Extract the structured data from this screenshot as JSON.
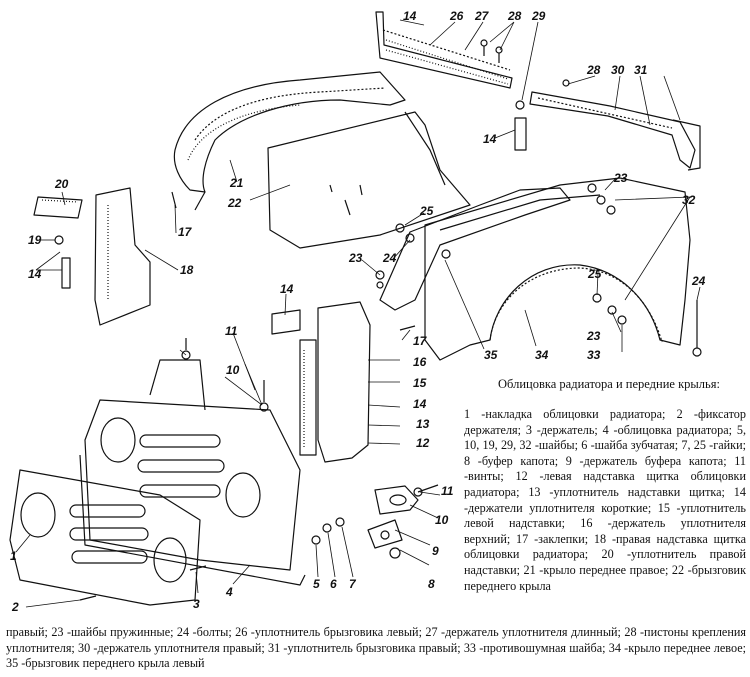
{
  "caption": {
    "title": "Облицовка радиатора и передние крылья:",
    "legend_right": "1 -накладка облицовки радиатора; 2 -фиксатор держателя; 3 -держатель; 4 -облицовка радиатора; 5, 10, 19, 29, 32 -шайбы; 6 -шайба зубчатая; 7, 25 -гайки; 8 -буфер капота; 9 -держатель буфера капота; 11 -винты; 12 -левая надставка щитка облицовки радиатора; 13 -уплотнитель надставки щитка; 14 -держатели уплотнителя короткие; 15 -уплотнитель левой надставки; 16 -держатель уплотнителя верхний; 17 -заклепки; 18 -правая надставка щитка облицовки радиатора; 20 -уплотнитель правой надставки; 21 -крыло переднее правое; 22 -брызговик переднего крыла",
    "legend_bottom": "правый; 23 -шайбы пружинные; 24 -болты; 26 -уплотнитель брызговика левый; 27 -держатель уплотнителя длинный; 28 -пистоны крепления уплотнителя; 30 -держатель уплотнителя правый; 31 -уплотнитель брызговика правый; 33 -противошумная шайба; 34 -крыло переднее левое; 35 -брызговик переднего крыла левый"
  },
  "callouts": [
    "1",
    "2",
    "3",
    "4",
    "5",
    "6",
    "7",
    "8",
    "9",
    "10",
    "10",
    "11",
    "11",
    "12",
    "13",
    "14",
    "14",
    "14",
    "14",
    "14",
    "15",
    "16",
    "17",
    "17",
    "18",
    "19",
    "20",
    "21",
    "22",
    "23",
    "23",
    "23",
    "24",
    "24",
    "25",
    "25",
    "26",
    "27",
    "28",
    "28",
    "29",
    "30",
    "31",
    "32",
    "33",
    "34",
    "35"
  ]
}
